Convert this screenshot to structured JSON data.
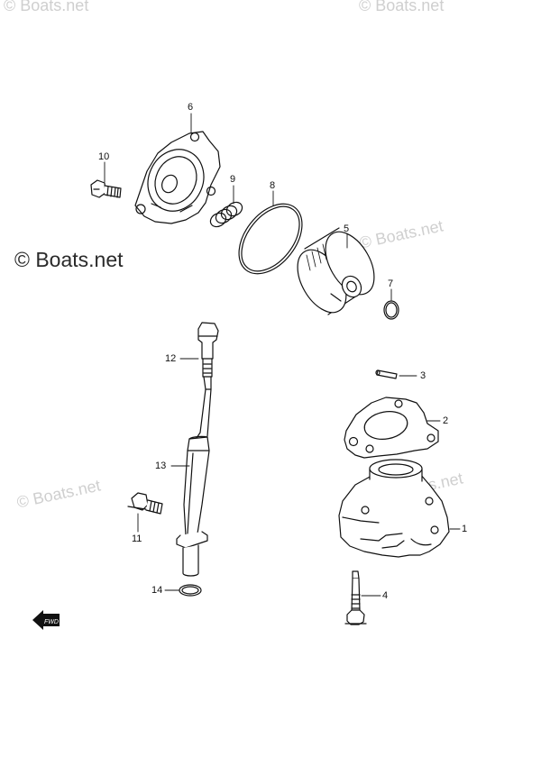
{
  "watermarks": {
    "tl": "© Boats.net",
    "tr": "© Boats.net",
    "main": "© Boats.net",
    "right_mid": "© Boats.net",
    "left_low": "© Boats.net",
    "right_low": "© Boats.net"
  },
  "callouts": {
    "c1": "1",
    "c2": "2",
    "c3": "3",
    "c4": "4",
    "c5": "5",
    "c6": "6",
    "c7": "7",
    "c8": "8",
    "c9": "9",
    "c10": "10",
    "c11": "11",
    "c12": "12",
    "c13": "13",
    "c14": "14"
  },
  "direction_arrow": {
    "label": "FWD"
  }
}
